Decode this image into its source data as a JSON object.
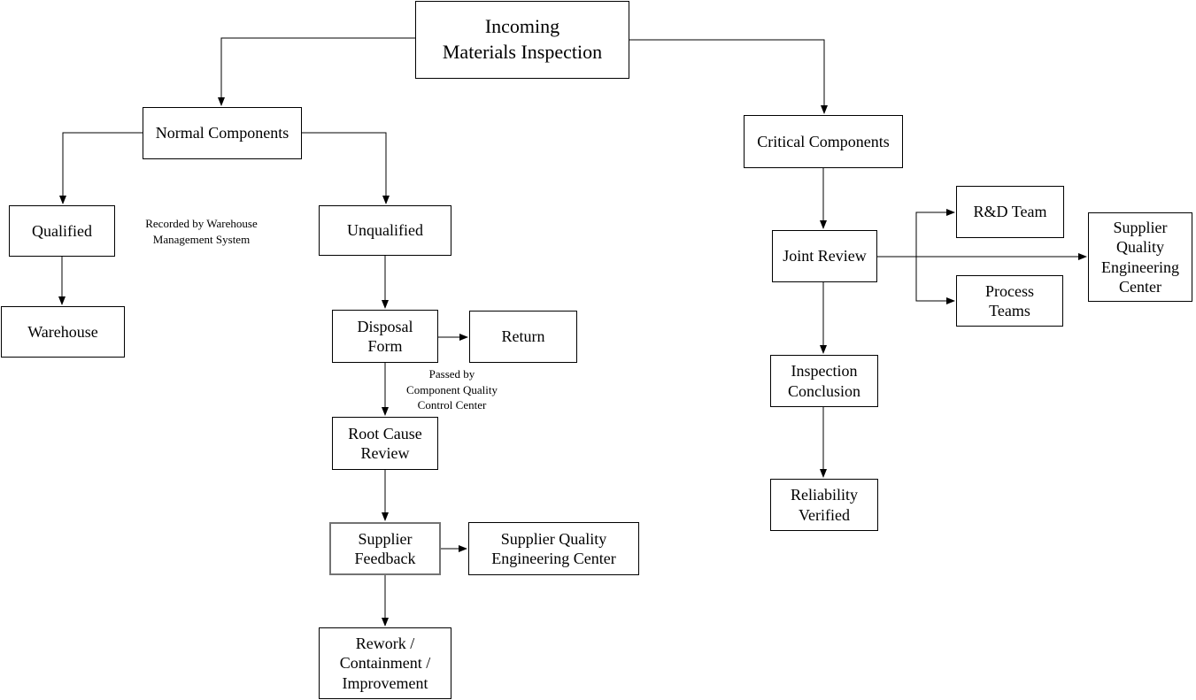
{
  "diagram": {
    "type": "flowchart",
    "title": "Incoming Materials Inspection"
  },
  "colors": {
    "background": "#ffffff",
    "line": "#000000",
    "box_border": "#000000",
    "highlight_border": "#737373",
    "text": "#000000"
  },
  "nodes": {
    "title": {
      "label": "Incoming\nMaterials Inspection"
    },
    "normal_components": {
      "label": "Normal Components"
    },
    "critical_components": {
      "label": "Critical Components"
    },
    "qualified": {
      "label": "Qualified"
    },
    "unqualified": {
      "label": "Unqualified"
    },
    "warehouse": {
      "label": "Warehouse"
    },
    "disposal_form": {
      "label": "Disposal\nForm"
    },
    "return": {
      "label": "Return"
    },
    "root_cause_review": {
      "label": "Root Cause\nReview"
    },
    "supplier_feedback": {
      "label": "Supplier\nFeedback"
    },
    "supplier_quality_engineering_center_left": {
      "label": "Supplier Quality\nEngineering Center"
    },
    "rework": {
      "label": "Rework /\nContainment /\nImprovement"
    },
    "joint_review": {
      "label": "Joint Review"
    },
    "rd_team": {
      "label": "R&D Team"
    },
    "process_teams": {
      "label": "Process\nTeams"
    },
    "supplier_quality_engineering_center_right": {
      "label": "Supplier\nQuality\nEngineering\nCenter"
    },
    "inspection_conclusion": {
      "label": "Inspection\nConclusion"
    },
    "reliability_verified": {
      "label": "Reliability\nVerified"
    }
  },
  "annotations": {
    "recorded_by": {
      "text": "Recorded by Warehouse\nManagement System"
    },
    "passed_by": {
      "text": "Passed by\nComponent Quality\nControl Center"
    }
  },
  "edges": [
    {
      "from": "title",
      "to": "normal_components"
    },
    {
      "from": "title",
      "to": "critical_components"
    },
    {
      "from": "normal_components",
      "to": "qualified"
    },
    {
      "from": "normal_components",
      "to": "unqualified"
    },
    {
      "from": "qualified",
      "to": "warehouse"
    },
    {
      "from": "unqualified",
      "to": "disposal_form"
    },
    {
      "from": "disposal_form",
      "to": "return"
    },
    {
      "from": "disposal_form",
      "to": "root_cause_review"
    },
    {
      "from": "root_cause_review",
      "to": "supplier_feedback"
    },
    {
      "from": "supplier_feedback",
      "to": "supplier_quality_engineering_center_left"
    },
    {
      "from": "supplier_feedback",
      "to": "rework"
    },
    {
      "from": "critical_components",
      "to": "joint_review"
    },
    {
      "from": "joint_review",
      "to": "supplier_quality_engineering_center_right"
    },
    {
      "from": "joint_review",
      "to": "rd_team"
    },
    {
      "from": "joint_review",
      "to": "process_teams"
    },
    {
      "from": "joint_review",
      "to": "inspection_conclusion"
    },
    {
      "from": "inspection_conclusion",
      "to": "reliability_verified"
    }
  ]
}
